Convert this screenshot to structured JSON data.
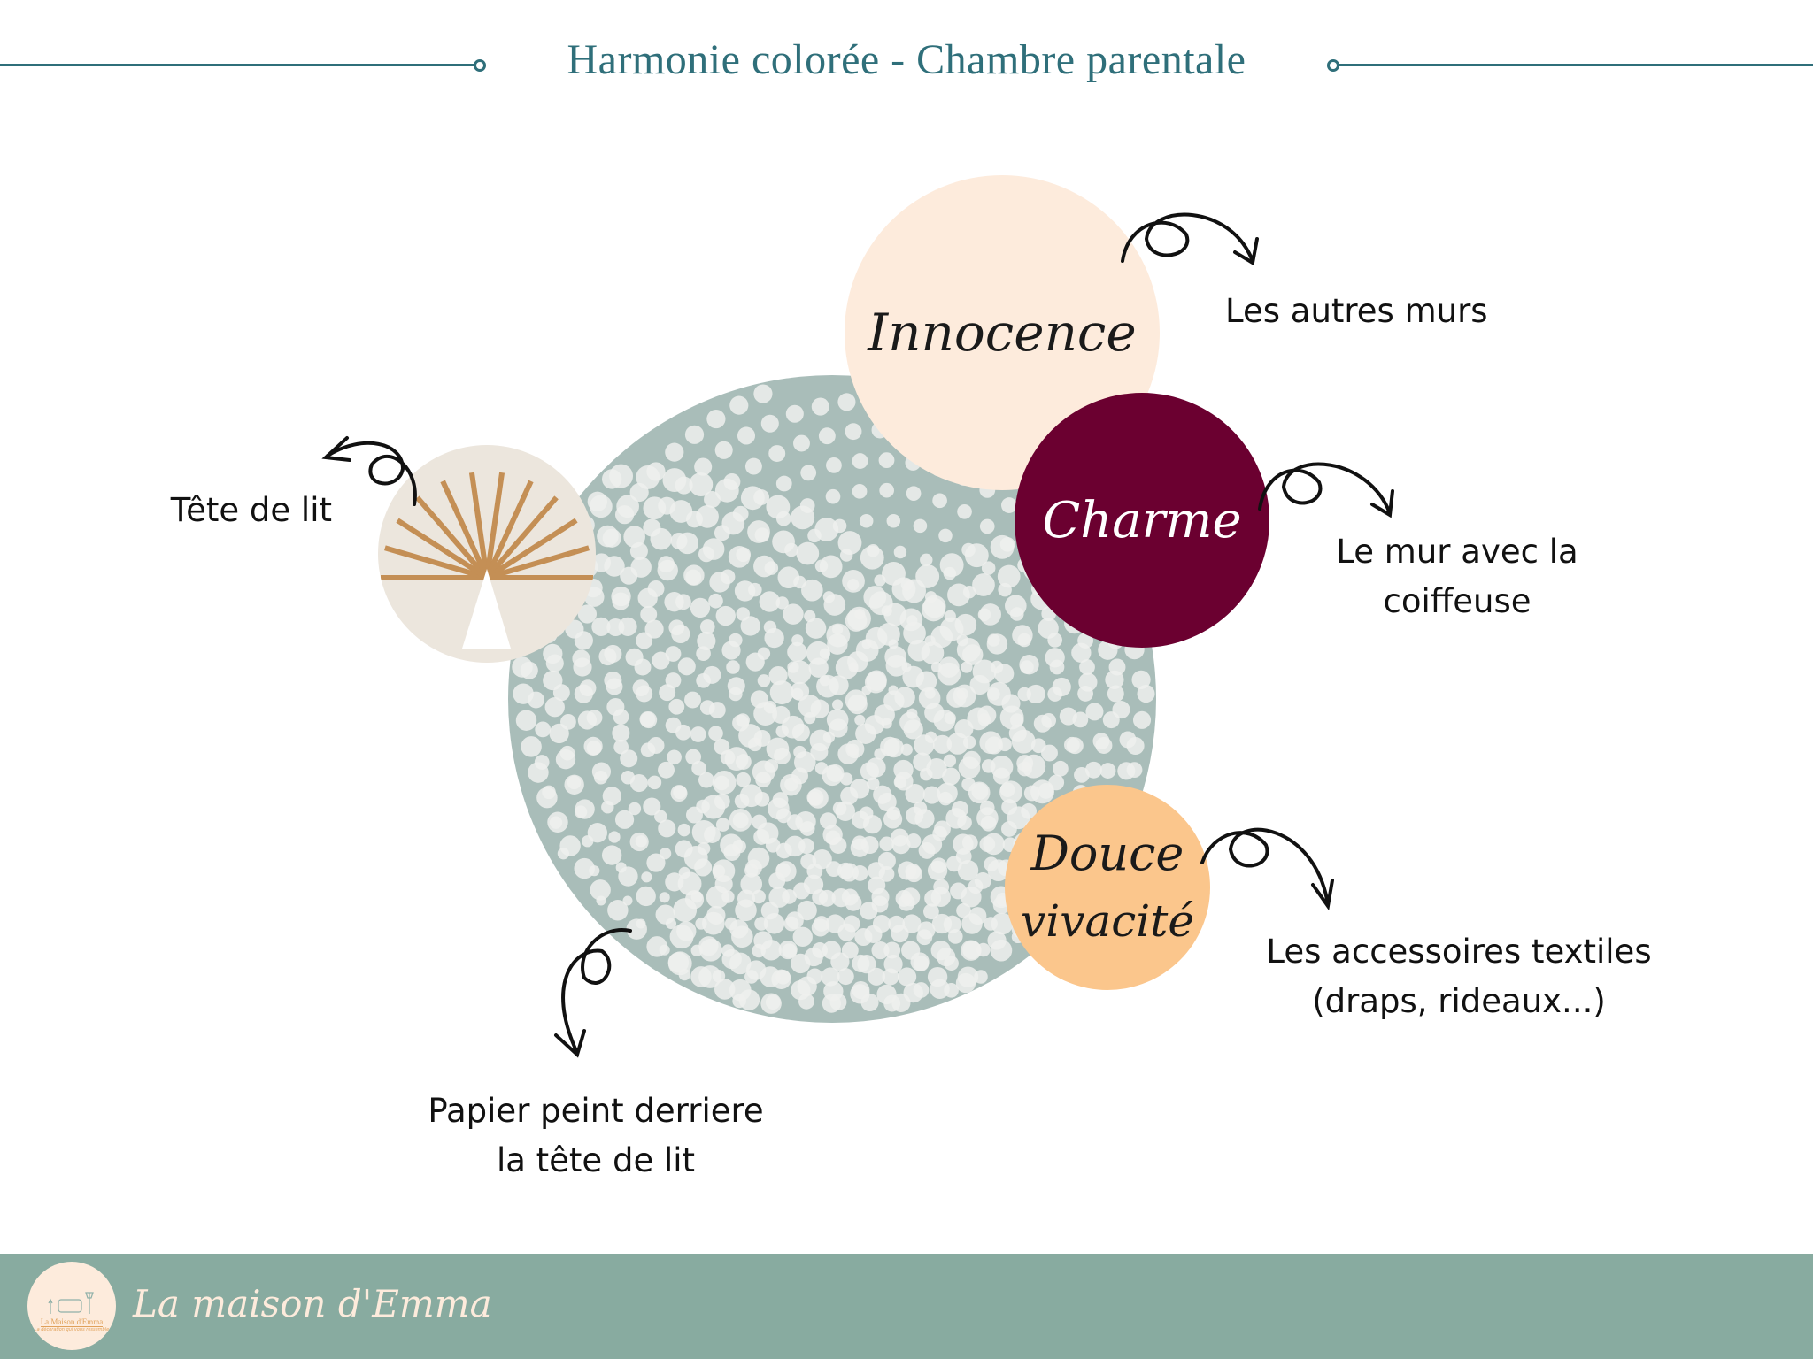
{
  "header": {
    "title": "Harmonie colorée - Chambre parentale"
  },
  "colors": {
    "accent": "#2f6f7a",
    "innocence": "#fdebdc",
    "charme": "#6b0030",
    "douce_vivacite": "#fbc68c",
    "wallpaper": "#a9bdb9",
    "footer": "#88aba0"
  },
  "swatches": [
    {
      "name": "Innocence",
      "label": "Les autres murs"
    },
    {
      "name": "Charme",
      "label_line1": "Le mur avec la",
      "label_line2": "coiffeuse"
    },
    {
      "name_line1": "Douce",
      "name_line2": "vivacité",
      "label_line1": "Les accessoires textiles",
      "label_line2": "(draps, rideaux...)"
    }
  ],
  "images": {
    "headboard_label": "Tête de lit",
    "wallpaper_label_line1": "Papier peint derriere",
    "wallpaper_label_line2": "la tête de lit"
  },
  "footer": {
    "brand": "La maison d'Emma",
    "logo_text": "La Maison d'Emma",
    "logo_tagline": "La décoration qui vous ressemble"
  }
}
